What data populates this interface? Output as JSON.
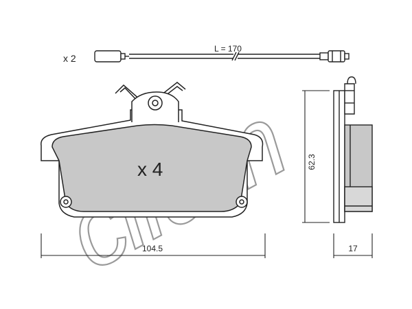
{
  "labels": {
    "sensor_qty": "x 2",
    "sensor_length": "L = 170",
    "pad_qty": "x 4",
    "height": "62.3",
    "width": "104.5",
    "thickness": "17"
  },
  "watermark": "cifam",
  "colors": {
    "line": "#222222",
    "pad_fill": "#c8c8c8",
    "pad_back": "#e6e6e6",
    "watermark": "#9a9a9a"
  }
}
